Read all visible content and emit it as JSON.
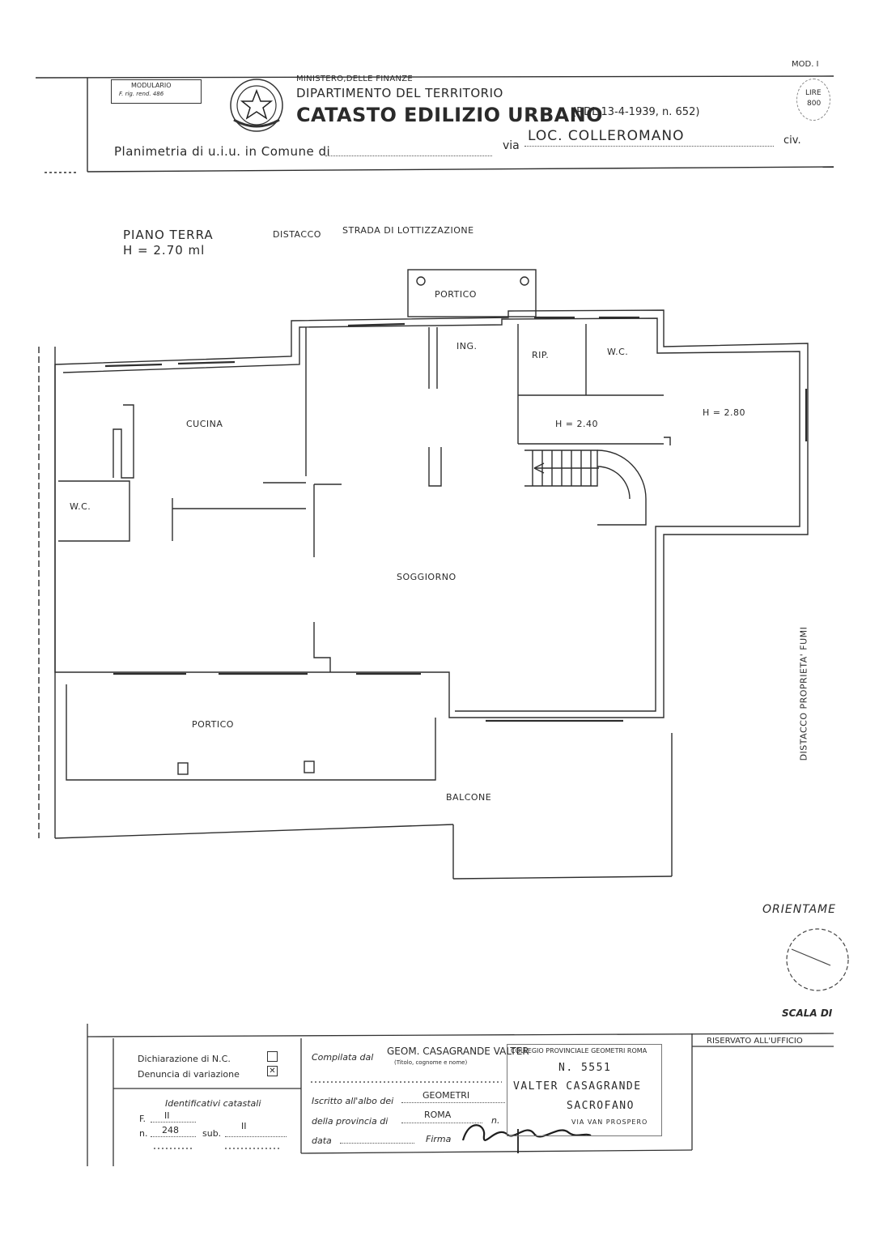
{
  "header": {
    "modulario_line1": "MODULARIO",
    "modulario_line2": "F. rig. rend. 486",
    "ministry": "MINISTERO,DELLE FINANZE",
    "department": "DIPARTIMENTO DEL TERRITORIO",
    "catasto": "CATASTO EDILIZIO URBANO",
    "rdl": "(RDL 13-4-1939, n. 652)",
    "planimetria": "Planimetria di u.i.u. in Comune di",
    "via_label": "via",
    "via_value": "LOC. COLLEROMANO",
    "civ_label": "civ.",
    "mod": "MOD. I",
    "lire": "LIRE",
    "lire_value": "800"
  },
  "plan": {
    "floor": "PIANO TERRA",
    "height": "H = 2.70 ml",
    "distacco_label": "DISTACCO",
    "street": "STRADA DI LOTTIZZAZIONE",
    "side_note": "DISTACCO PROPRIETA' FUMI",
    "rooms": {
      "portico_top": "PORTICO",
      "ingresso": "ING.",
      "ripostiglio": "RIP.",
      "wc_top": "W.C.",
      "height_280": "H = 2.80",
      "height_240": "H = 2.40",
      "cucina": "CUCINA",
      "wc_left": "W.C.",
      "soggiorno": "SOGGIORNO",
      "portico_bottom": "PORTICO",
      "balcone": "BALCONE"
    },
    "orientamento": "ORIENTAME",
    "scala": "SCALA DI"
  },
  "form": {
    "dichiarazione": "Dichiarazione di N.C.",
    "denuncia": "Denuncia di variazione",
    "identificativi": "Identificativi catastali",
    "foglio_label": "F.",
    "foglio_value": "II",
    "numero_label": "n.",
    "numero_value": "248",
    "sub_label": "sub.",
    "sub_value": "II",
    "compilata_label": "Compilata dal",
    "compilata_value": "GEOM. CASAGRANDE VALTER",
    "titolo_hint": "(Titolo, cognome e nome)",
    "iscritto_label": "Iscritto all'albo dei",
    "iscritto_value": "GEOMETRI",
    "provincia_label": "della provincia di",
    "provincia_value": "ROMA",
    "n_label": "n.",
    "data_label": "data",
    "firma_label": "Firma",
    "riservato": "RISERVATO ALL'UFFICIO"
  },
  "stamp": {
    "line1": "COLLEGIO PROVINCIALE GEOMETRI ROMA",
    "line2": "N. 5551",
    "line3": "VALTER CASAGRANDE",
    "line4": "SACROFANO",
    "line5": "VIA VAN PROSPERO"
  }
}
